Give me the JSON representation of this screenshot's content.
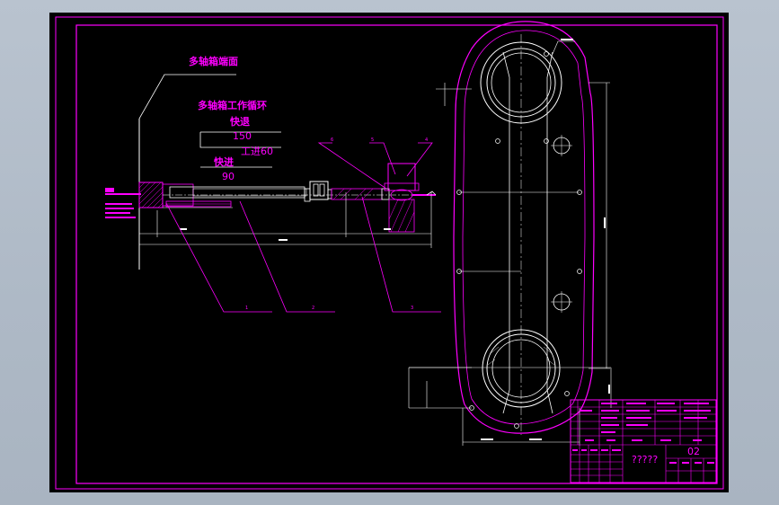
{
  "drawing": {
    "colors": {
      "background": "#000000",
      "primary": "#ff00ff",
      "secondary": "#ffffff",
      "window": "#b0bbc8"
    },
    "annotations": {
      "spindle_box_face": "多轴箱端面",
      "work_cycle": "多轴箱工作循环",
      "fast_return": "快退",
      "fast_return_value": "150",
      "feed": "工进60",
      "fast_forward": "快进",
      "fast_forward_value": "90"
    },
    "part_numbers": [
      "1",
      "2",
      "3",
      "4",
      "5",
      "6"
    ],
    "title_block": {
      "drawing_name": "?????",
      "sheet_no": "02"
    }
  }
}
